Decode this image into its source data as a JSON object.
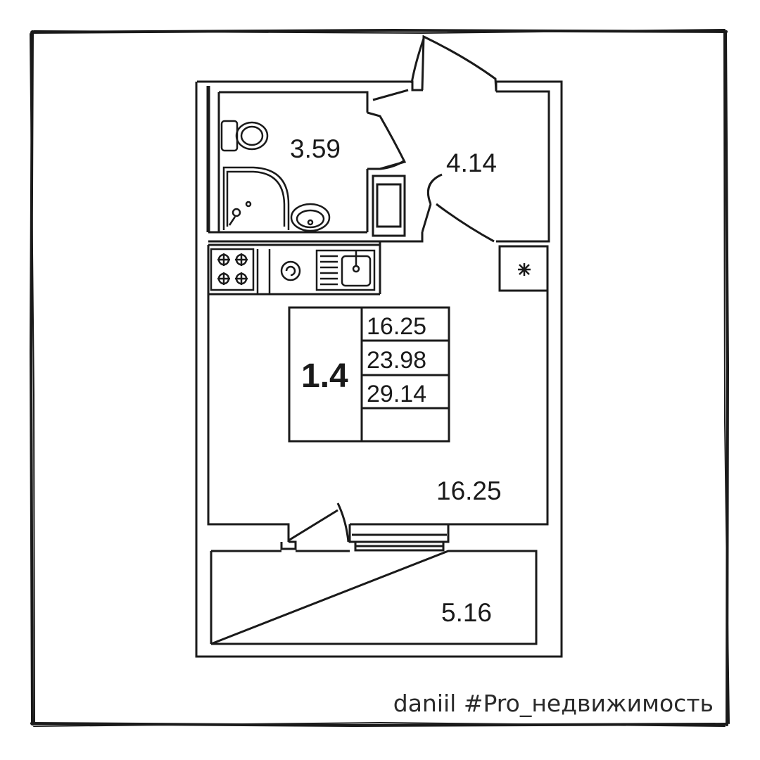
{
  "rooms": {
    "bathroom_area": "3.59",
    "hallway_area": "4.14",
    "living_area": "16.25",
    "balcony_area": "5.16"
  },
  "unit": {
    "code": "1.4",
    "areas": [
      "16.25",
      "23.98",
      "29.14"
    ]
  },
  "watermark": {
    "text": "daniil #Pro_недвижимость"
  }
}
